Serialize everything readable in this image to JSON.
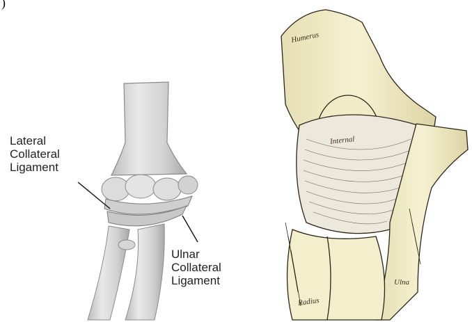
{
  "figure": {
    "corner_mark": ")",
    "left_panel": {
      "labels": {
        "lateral": [
          "Lateral",
          "Collateral",
          "Ligament"
        ],
        "ulnar": [
          "Ulnar",
          "Collateral",
          "Ligament"
        ]
      }
    },
    "right_panel": {
      "engraving_labels": {
        "humerus": "Humerus",
        "internal": "Internal",
        "ulna": "Ulna",
        "radius": "Radius"
      }
    },
    "colors": {
      "bone_grey": "#d9d9d9",
      "bone_yellow": "#f3eecb",
      "ink": "#2b2418"
    }
  }
}
